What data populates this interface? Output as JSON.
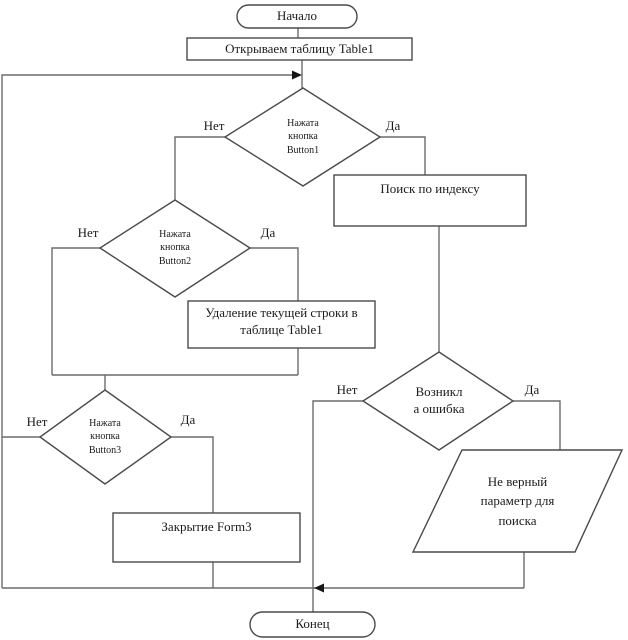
{
  "labels": {
    "yes": "Да",
    "no": "Нет"
  },
  "nodes": {
    "start": "Начало",
    "open_table": "Открываем таблицу Table1",
    "check_button1": "Нажата\nкнопка\nButton1",
    "search_by_index": "Поиск по индексу",
    "check_button2": "Нажата\nкнопка\nButton2",
    "delete_row": "Удаление текущей строки в\nтаблице Table1",
    "check_button3": "Нажата\nкнопка\nButton3",
    "close_form": "Закрытие Form3",
    "check_error": "Возникл\nа ошибка",
    "wrong_param": "Не верный\nпараметр для\nпоиска",
    "end": "Конец"
  },
  "colors": {
    "background": "#ffffff",
    "shape_border": "#4a4a4a",
    "connector": "#6b6b6b",
    "arrowhead": "#161616",
    "text": "#1b1b1b"
  }
}
